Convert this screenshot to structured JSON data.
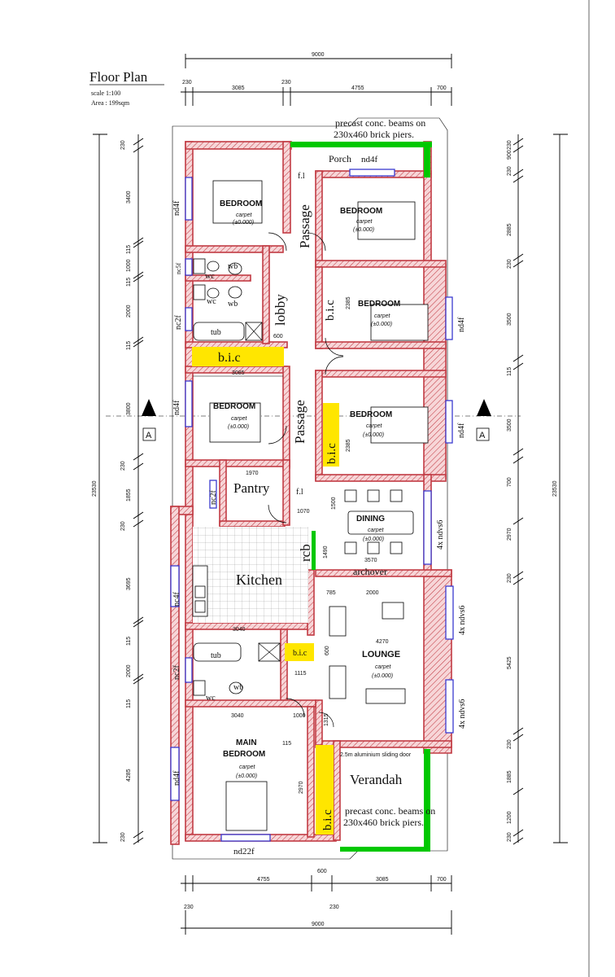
{
  "title": "Floor Plan",
  "scale": "scale 1:100",
  "area": "Area   : 199sqm",
  "notes": {
    "top": [
      "precast conc. beams on",
      "230x460 brick piers."
    ],
    "bottom": [
      "precast conc. beams on",
      "230x460 brick piers."
    ]
  },
  "rooms": {
    "bed1": {
      "name": "BEDROOM",
      "floor": "carpet",
      "level": "(±0.000)"
    },
    "bed2": {
      "name": "BEDROOM",
      "floor": "carpet",
      "level": "(±0.000)"
    },
    "bed3": {
      "name": "BEDROOM",
      "floor": "carpet",
      "level": "(±0.000)"
    },
    "bed4": {
      "name": "BEDROOM",
      "floor": "carpet",
      "level": "(±0.000)"
    },
    "bed5": {
      "name": "BEDROOM",
      "floor": "carpet",
      "level": "(±0.000)"
    },
    "main_bed": {
      "name1": "MAIN",
      "name2": "BEDROOM",
      "floor": "carpet",
      "level": "(±0.000)"
    },
    "dining": {
      "name": "DINING",
      "floor": "carpet",
      "level": "(±0.000)"
    },
    "lounge": {
      "name": "LOUNGE",
      "floor": "carpet",
      "level": "(±0.000)"
    },
    "kitchen": "Kitchen",
    "pantry": "Pantry",
    "verandah": "Verandah",
    "porch": "Porch",
    "passage1": "Passage",
    "passage2": "Passage",
    "lobby": "lobby",
    "rcb": "rcb",
    "archover": "archover",
    "sliding_door": "2.5m aluminium sliding door",
    "bic": [
      "b.i.c",
      "b.i.c",
      "b.i.c",
      "b.i.c",
      "b.i.c"
    ],
    "fl": [
      "f.l",
      "f.l"
    ],
    "fixtures": {
      "wc": "wc",
      "wb": "wb",
      "tub": "tub"
    }
  },
  "windows": {
    "nd4f_porch": "nd4f",
    "left": [
      "nd4f",
      "nc5f",
      "nc2f",
      "nd4f",
      "nc2f",
      "nc4f",
      "nc2f",
      "nd4f"
    ],
    "right": [
      "nd4f",
      "nd4f",
      "4x ndvs6",
      "4x ndvs6",
      "4x ndvs6"
    ],
    "bottom": "nd22f"
  },
  "section": {
    "left": "A",
    "right": "A"
  },
  "dims": {
    "top_total": "9000",
    "top_row": [
      "230",
      "3085",
      "230",
      "4755",
      "700"
    ],
    "bottom_row": [
      "4755",
      "600",
      "3085",
      "700"
    ],
    "bottom_total_row": [
      "230",
      "230"
    ],
    "bottom_total": "9000",
    "left_outer": "23530",
    "left": [
      "230",
      "3400",
      "115",
      "1000",
      "115",
      "2000",
      "115",
      "3800",
      "230",
      "1855",
      "230",
      "3695",
      "115",
      "2000",
      "115",
      "4285",
      "230"
    ],
    "right_outer": "23530",
    "right": [
      "230",
      "900",
      "230",
      "2885",
      "230",
      "3500",
      "115",
      "3500",
      "700",
      "2970",
      "230",
      "5425",
      "230",
      "1885",
      "1200",
      "230"
    ],
    "inner": {
      "w3085": "3085",
      "w600a": "600",
      "h2385a": "2385",
      "h2385b": "2385",
      "w1970": "1970",
      "w1070": "1070",
      "h1500": "1500",
      "h1490": "1490",
      "w3570": "3570",
      "w785": "785",
      "w2000": "2000",
      "w3040a": "3040",
      "w4270": "4270",
      "w600b": "600",
      "w1115": "1115",
      "w3040b": "3040",
      "w1000": "1000",
      "h1315": "1315",
      "w115": "115",
      "h2970": "2970"
    }
  },
  "colors": {
    "wall": "#c23b44",
    "wall_fill": "#f4c9cc",
    "bic": "#ffe600",
    "beam": "#00c800",
    "window": "#3a3ad0"
  }
}
